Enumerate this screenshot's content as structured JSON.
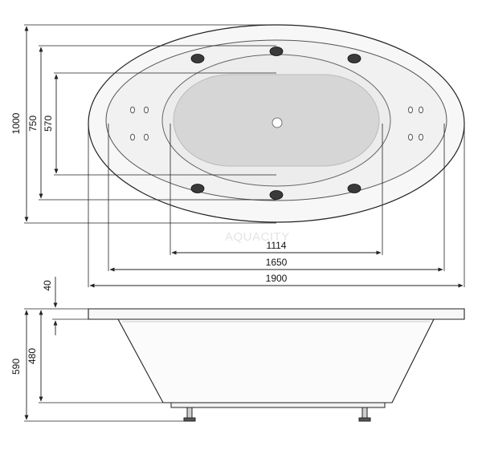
{
  "top_view": {
    "dims": {
      "outer_width": "1900",
      "middle_width": "1650",
      "inner_width": "1114",
      "outer_length": "1000",
      "middle_length": "750",
      "inner_length": "570"
    },
    "watermark": "AQUACITY"
  },
  "side_view": {
    "dims": {
      "total_height": "590",
      "inner_depth": "480",
      "rim_thickness": "40"
    }
  },
  "colors": {
    "line": "#222222",
    "fill_outer": "#f4f4f4",
    "fill_inner": "#d8d8d8",
    "jet": "#3a3a3a"
  }
}
